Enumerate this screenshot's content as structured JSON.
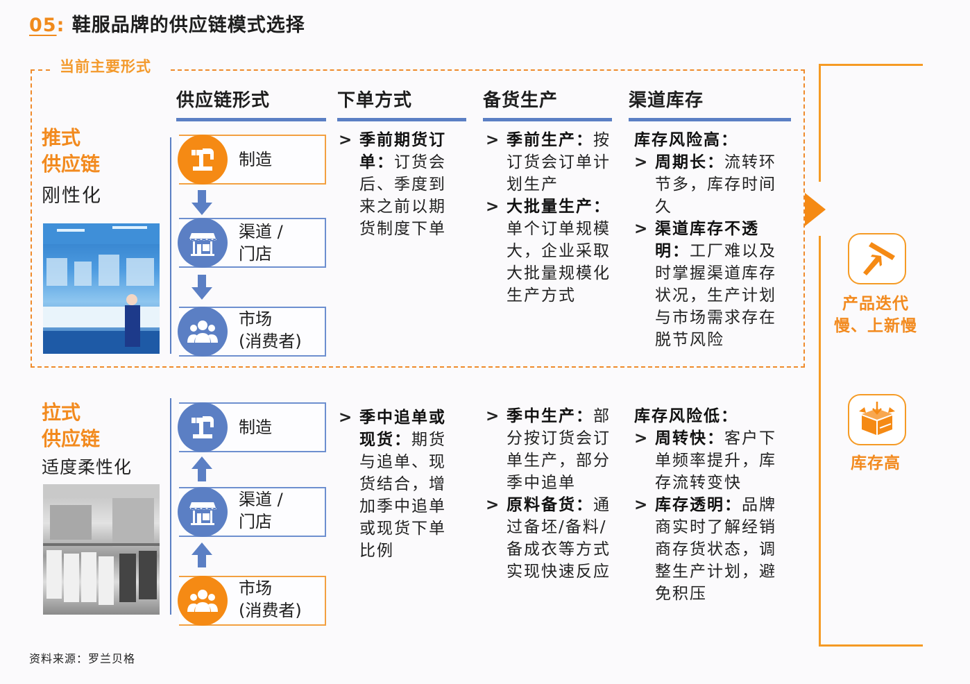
{
  "title": {
    "number": "05",
    "colon": ":",
    "text": "鞋服品牌的供应链模式选择"
  },
  "current_label": "当前主要形式",
  "columns": [
    {
      "label": "供应链形式"
    },
    {
      "label": "下单方式"
    },
    {
      "label": "备货生产"
    },
    {
      "label": "渠道库存"
    }
  ],
  "push": {
    "title_line1": "推式",
    "title_line2": "供应链",
    "subtitle": "刚性化",
    "photo": "factory-photo",
    "flow": [
      {
        "label": "制造",
        "icon": "manufacturing-robot-icon",
        "highlight": true
      },
      {
        "label": "渠道 / 门店",
        "line1": "渠道 /",
        "line2": "门店",
        "icon": "store-icon",
        "highlight": false
      },
      {
        "label": "市场 (消费者)",
        "line1": "市场",
        "line2": "(消费者)",
        "icon": "consumers-icon",
        "highlight": false
      }
    ],
    "flow_direction": "down",
    "ordering": [
      {
        "bold": "季前期货订单：",
        "text": "订货会后、季度到来之前以期货制度下单"
      }
    ],
    "production": [
      {
        "bold": "季前生产：",
        "text": "按订货会订单计划生产"
      },
      {
        "bold": "大批量生产：",
        "text": "单个订单规模大，企业采取大批量规模化生产方式"
      }
    ],
    "inventory": {
      "head": "库存风险高：",
      "items": [
        {
          "bold": "周期长：",
          "text": "流转环节多，库存时间久"
        },
        {
          "bold": "渠道库存不透明：",
          "text": "工厂难以及时掌握渠道库存状况，生产计划与市场需求存在脱节风险"
        }
      ]
    }
  },
  "pull": {
    "title_line1": "拉式",
    "title_line2": "供应链",
    "subtitle": "适度柔性化",
    "photo": "clothing-store-photo",
    "flow": [
      {
        "label": "制造",
        "icon": "manufacturing-robot-icon",
        "highlight": false
      },
      {
        "label": "渠道 / 门店",
        "line1": "渠道 /",
        "line2": "门店",
        "icon": "store-icon",
        "highlight": false
      },
      {
        "label": "市场 (消费者)",
        "line1": "市场",
        "line2": "(消费者)",
        "icon": "consumers-icon",
        "highlight": true
      }
    ],
    "flow_direction": "up",
    "ordering": [
      {
        "bold": "季中追单或现货：",
        "text": "期货与追单、现货结合，增加季中追单或现货下单比例"
      }
    ],
    "production": [
      {
        "bold": "季中生产：",
        "text": "部分按订货会订单生产，部分季中追单"
      },
      {
        "bold": "原料备货：",
        "text": "通过备坯/备料/备成衣等方式实现快速反应"
      }
    ],
    "inventory": {
      "head": "库存风险低：",
      "items": [
        {
          "bold": "周转快：",
          "text": "客户下单频率提升，库存流转变快"
        },
        {
          "bold": "库存透明：",
          "text": "品牌商实时了解经销商存货状态，调整生产计划，避免积压"
        }
      ]
    }
  },
  "outcomes": [
    {
      "icon": "upward-arrow-barrier-icon",
      "line1": "产品迭代",
      "line2": "慢、上新慢"
    },
    {
      "icon": "inventory-box-icon",
      "line1": "库存高"
    }
  ],
  "chevron": ">",
  "source": "资料来源：罗兰贝格",
  "colors": {
    "accent_orange": "#f58a14",
    "flow_blue": "#5b7fc4",
    "dashed_orange": "#ef8a2a"
  }
}
